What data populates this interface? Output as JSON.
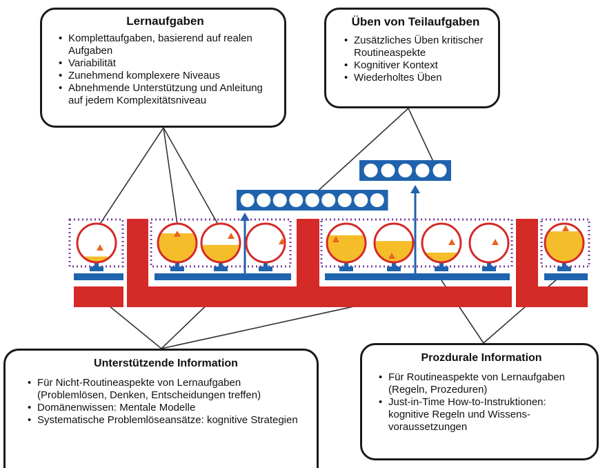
{
  "boxes": {
    "lernaufgaben": {
      "title": "Lernaufgaben",
      "items": [
        "Komplettaufgaben, basierend auf realen Aufgaben",
        "Variabilität",
        "Zunehmend komplexere Niveaus",
        "Abnehmende Unterstützung und Anleitung auf jedem Komplexitätsniveau"
      ]
    },
    "teilaufgaben": {
      "title": "Üben von Teilaufgaben",
      "items": [
        "Zusätzliches Üben kritischer Routineaspekte",
        "Kognitiver Kontext",
        "Wiederholtes Üben"
      ]
    },
    "unterstuetzend": {
      "title": "Unterstützende Information",
      "items": [
        "Für Nicht-Routineaspekte von Lernaufgaben (Problemlösen, Denken, Entscheidungen treffen)",
        "Domänenwissen: Mentale Modelle",
        "Systematische Problemlöseansätze: kognitive Strategien"
      ]
    },
    "prozedural": {
      "title": "Prozdurale Information",
      "items": [
        "Für Routineaspekte von Lernaufgaben (Regeln, Prozeduren)",
        "Just-in-Time How-to-Instruktionen: kognitive Regeln und Wissens-voraussetzungen"
      ]
    }
  },
  "colors": {
    "red": "#d42a28",
    "blue": "#1f63ae",
    "yellow": "#f6bd2b",
    "purple": "#7b3ea0",
    "orange": "#e8631e",
    "line": "#333333"
  },
  "task_fills": [
    0.15,
    0.75,
    0.45,
    0.0,
    0.7,
    0.55,
    0.25,
    0.0,
    0.8
  ],
  "practice_dots": {
    "lower": 9,
    "upper": 5
  }
}
